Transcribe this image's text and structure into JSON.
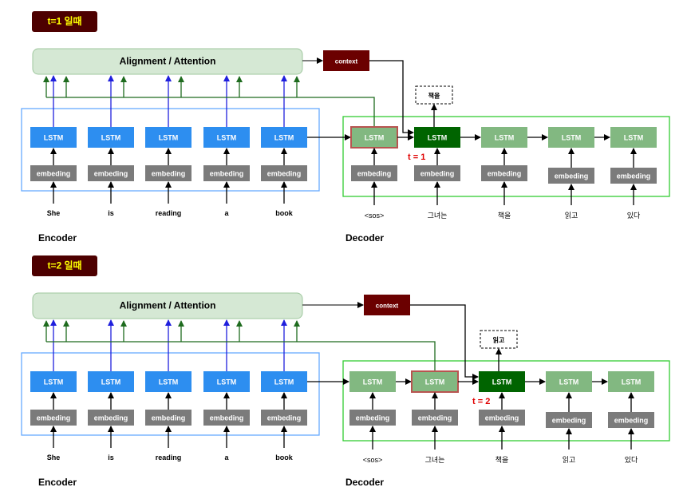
{
  "colors": {
    "lstm_encoder": "#2d8ef0",
    "lstm_decoder": "#82b881",
    "lstm_current": "#006400",
    "embedding": "#7b7b7b",
    "attention_fill": "#d5e8d4",
    "context": "#6b0000",
    "encoder_border": "#66aaff",
    "decoder_border": "#33cc33",
    "title_badge": "#4d0000",
    "title_text": "#ffff00",
    "highlight_border": "#b85450",
    "time_label": "#e00000",
    "arrow_blue": "#1f1fdd",
    "arrow_green": "#1e6b1e"
  },
  "sections": [
    {
      "title": "t=1 일때",
      "attention_label": "Alignment / Attention",
      "context_label": "context",
      "encoder_label": "Encoder",
      "decoder_label": "Decoder",
      "encoder_inputs": [
        "She",
        "is",
        "reading",
        "a",
        "book"
      ],
      "encoder_cell": "LSTM",
      "embedding_label": "embeding",
      "decoder_inputs": [
        "<sos>",
        "그녀는",
        "책을",
        "읽고",
        "있다"
      ],
      "decoder_cell": "LSTM",
      "output_label": "책을",
      "time_label": "t = 1"
    },
    {
      "title": "t=2 일때",
      "attention_label": "Alignment / Attention",
      "context_label": "context",
      "encoder_label": "Encoder",
      "decoder_label": "Decoder",
      "encoder_inputs": [
        "She",
        "is",
        "reading",
        "a",
        "book"
      ],
      "encoder_cell": "LSTM",
      "embedding_label": "embeding",
      "decoder_inputs": [
        "<sos>",
        "그녀는",
        "책을",
        "읽고",
        "있다"
      ],
      "decoder_cell": "LSTM",
      "output_label": "읽고",
      "time_label": "t = 2"
    }
  ]
}
